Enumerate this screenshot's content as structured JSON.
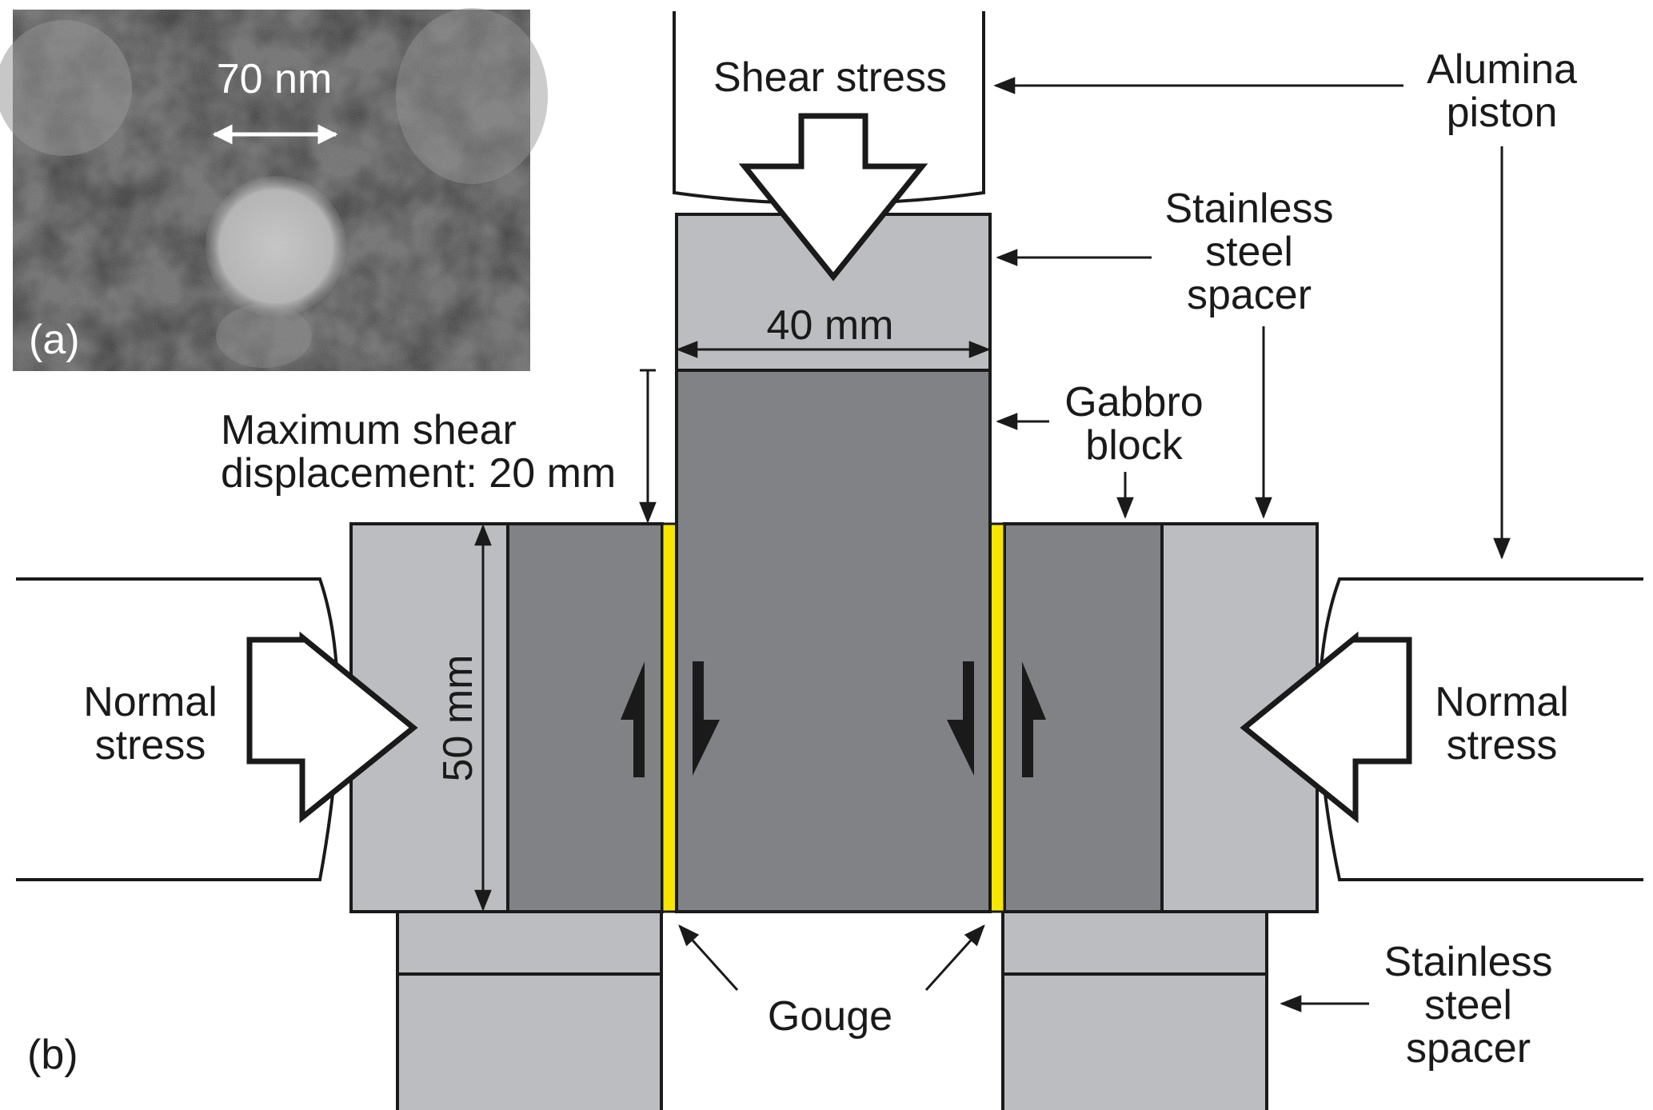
{
  "colors": {
    "spacer": "#bcbdc0",
    "gabbro": "#808285",
    "gouge": "#f6e600",
    "outline": "#1a1a1a",
    "micrograph_bg": "#6b6b6b"
  },
  "inset_a": {
    "scale_label": "70 nm",
    "panel_label": "(a)"
  },
  "panel_b": {
    "panel_label": "(b)",
    "shear_stress": "Shear stress",
    "alumina_piston": [
      "Alumina",
      "piston"
    ],
    "stainless_spacer_top": [
      "Stainless",
      "steel",
      "spacer"
    ],
    "gabbro_block": [
      "Gabbro",
      "block"
    ],
    "max_shear": [
      "Maximum shear",
      "displacement: 20 mm"
    ],
    "width_dim": "40 mm",
    "height_dim": "50 mm",
    "normal_stress_left": [
      "Normal",
      "stress"
    ],
    "normal_stress_right": [
      "Normal",
      "stress"
    ],
    "gouge": "Gouge",
    "stainless_spacer_bottom": [
      "Stainless",
      "steel",
      "spacer"
    ]
  }
}
